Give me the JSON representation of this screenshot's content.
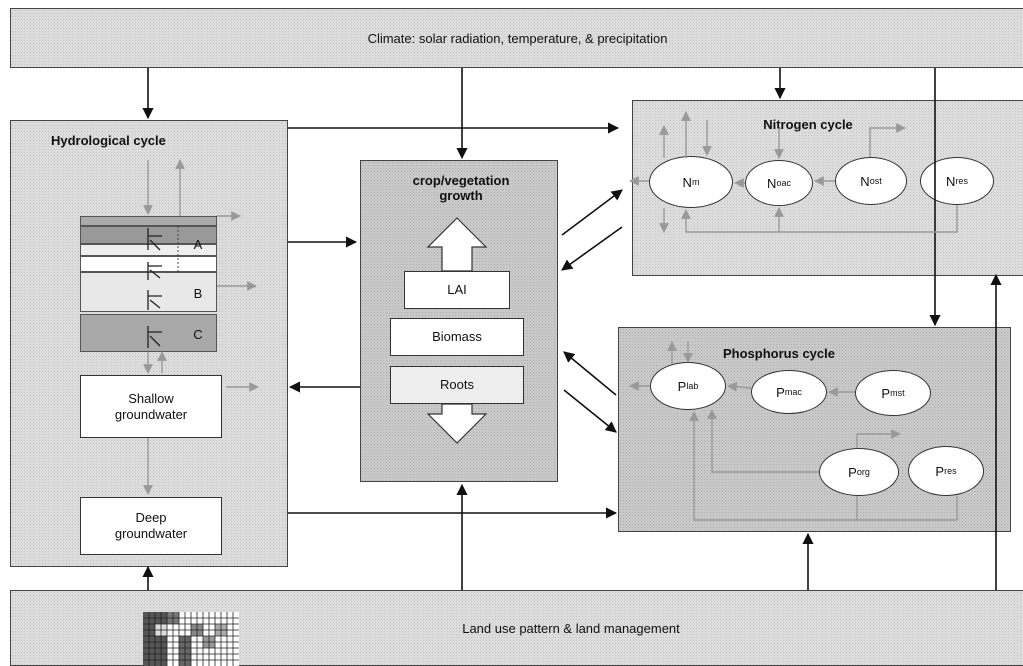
{
  "climate": {
    "label": "Climate: solar radiation, temperature, & precipitation"
  },
  "hydro": {
    "title": "Hydrological cycle",
    "layer_a": "A",
    "layer_b": "B",
    "layer_c": "C",
    "shallow": "Shallow groundwater",
    "deep": "Deep groundwater"
  },
  "crop": {
    "title": "crop/vegetation growth",
    "lai": "LAI",
    "biomass": "Biomass",
    "roots": "Roots"
  },
  "nitrogen": {
    "title": "Nitrogen cycle",
    "pools": [
      {
        "base": "N",
        "sub": "m"
      },
      {
        "base": "N",
        "sub": "oac"
      },
      {
        "base": "N",
        "sub": "ost"
      },
      {
        "base": "N",
        "sub": "res"
      }
    ]
  },
  "phosphorus": {
    "title": "Phosphorus cycle",
    "pools": [
      {
        "base": "P",
        "sub": "lab"
      },
      {
        "base": "P",
        "sub": "mac"
      },
      {
        "base": "P",
        "sub": "mst"
      },
      {
        "base": "P",
        "sub": "org"
      },
      {
        "base": "P",
        "sub": "res"
      }
    ]
  },
  "landuse": {
    "label": "Land use pattern & land management"
  }
}
